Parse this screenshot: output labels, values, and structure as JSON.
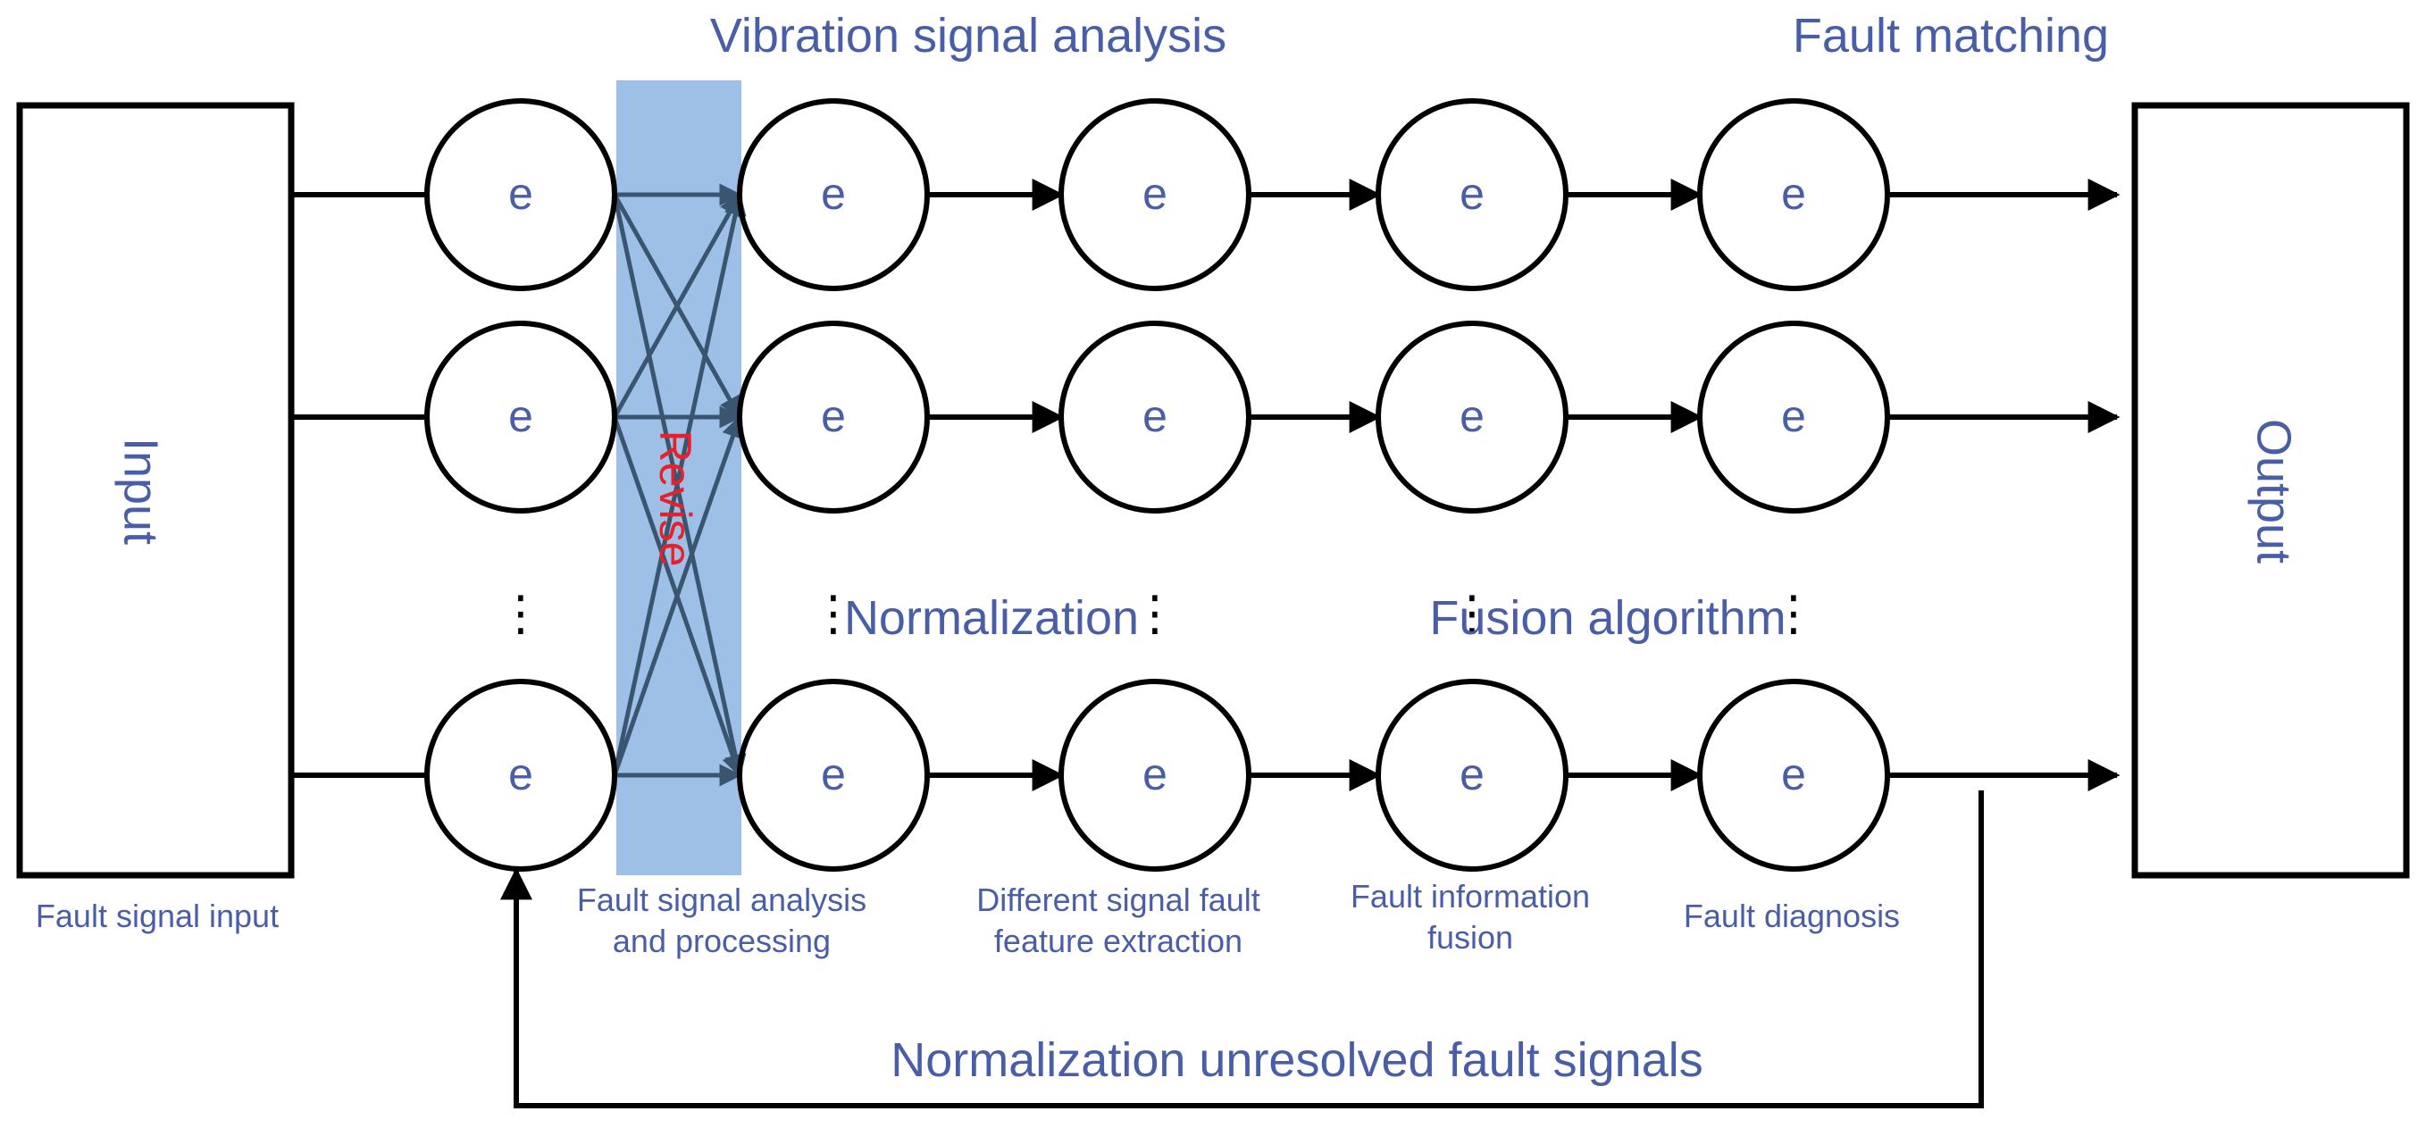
{
  "colors": {
    "text": "#4a5ea8",
    "stroke": "#000000",
    "highlight": "#7aa7dc",
    "cross_arrows": "#3a5570",
    "revise": "#e8202a"
  },
  "labels": {
    "vibration": "Vibration signal analysis",
    "fault_matching": "Fault matching",
    "normalization": "Normalization",
    "fusion": "Fusion algorithm",
    "input": "Input",
    "output": "Output",
    "revise": "Revise",
    "feedback": "Normalization unresolved fault signals",
    "node": "e",
    "ellipsis": "⋮"
  },
  "captions": {
    "fault_signal_input": "Fault signal input",
    "analysis_1": "Fault signal analysis",
    "analysis_2": "and processing",
    "extraction_1": "Different signal fault",
    "extraction_2": "feature extraction",
    "fusion_1": "Fault information",
    "fusion_2": "fusion",
    "diagnosis": "Fault diagnosis"
  }
}
